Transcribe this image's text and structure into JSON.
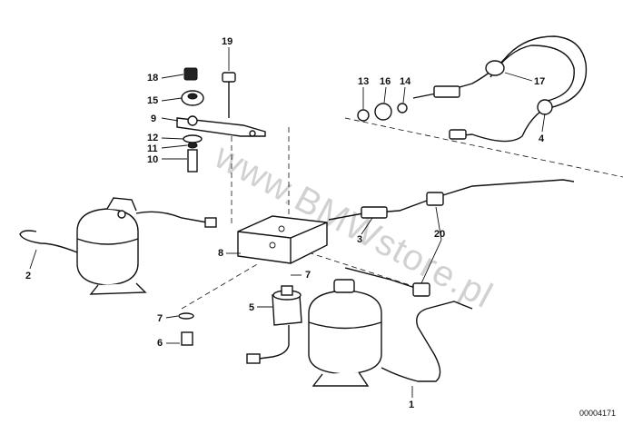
{
  "diagram": {
    "watermark": "www.BMWstore.pl",
    "diagram_code": "00004171",
    "callouts": [
      {
        "id": "c1",
        "text": "1"
      },
      {
        "id": "c2",
        "text": "2"
      },
      {
        "id": "c3",
        "text": "3"
      },
      {
        "id": "c4",
        "text": "4"
      },
      {
        "id": "c5",
        "text": "5"
      },
      {
        "id": "c6",
        "text": "6"
      },
      {
        "id": "c7a",
        "text": "7"
      },
      {
        "id": "c7b",
        "text": "7"
      },
      {
        "id": "c8",
        "text": "8"
      },
      {
        "id": "c9",
        "text": "9"
      },
      {
        "id": "c10",
        "text": "10"
      },
      {
        "id": "c11",
        "text": "11"
      },
      {
        "id": "c12",
        "text": "12"
      },
      {
        "id": "c13",
        "text": "13"
      },
      {
        "id": "c14",
        "text": "14"
      },
      {
        "id": "c15",
        "text": "15"
      },
      {
        "id": "c16",
        "text": "16"
      },
      {
        "id": "c17",
        "text": "17"
      },
      {
        "id": "c18",
        "text": "18"
      },
      {
        "id": "c19",
        "text": "19"
      },
      {
        "id": "c20",
        "text": "20"
      }
    ]
  }
}
